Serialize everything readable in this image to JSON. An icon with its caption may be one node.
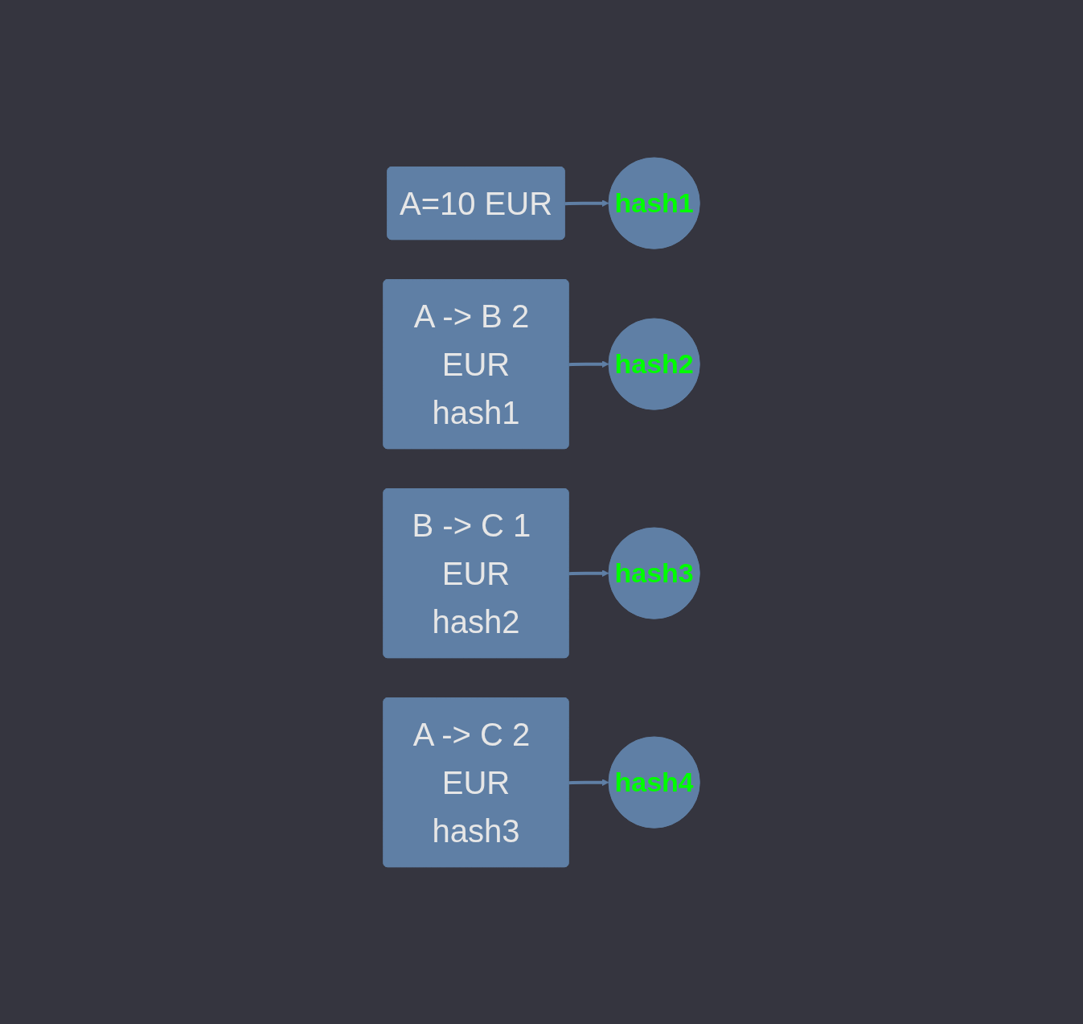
{
  "diagram": {
    "nodes": [
      {
        "text": [
          "A=10 EUR"
        ]
      },
      {
        "text": [
          "hash1"
        ]
      },
      {
        "text": [
          "A -> B 2 EUR",
          "hash1"
        ]
      },
      {
        "text": [
          "hash2"
        ]
      },
      {
        "text": [
          "B -> C 1 EUR",
          "hash2"
        ]
      },
      {
        "text": [
          "hash3"
        ]
      },
      {
        "text": [
          "A -> C 2 EUR",
          "hash3"
        ]
      },
      {
        "text": [
          "hash4"
        ]
      }
    ],
    "edges": [
      {
        "from": 0,
        "to": 1,
        "arrow": "to"
      },
      {
        "from": 2,
        "to": 3,
        "arrow": "to"
      },
      {
        "from": 4,
        "to": 5,
        "arrow": "to"
      },
      {
        "from": 6,
        "to": 7,
        "arrow": "to"
      }
    ]
  }
}
